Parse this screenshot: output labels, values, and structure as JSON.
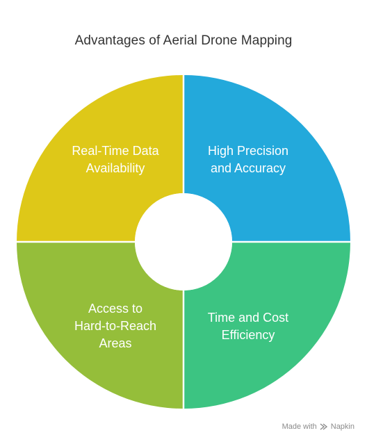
{
  "title": "Advantages of Aerial Drone Mapping",
  "segments": [
    {
      "lines": [
        "Real-Time Data",
        "Availability"
      ],
      "color": "#DEC818"
    },
    {
      "lines": [
        "High Precision",
        "and Accuracy"
      ],
      "color": "#23A9DB"
    },
    {
      "lines": [
        "Access to",
        "Hard-to-Reach",
        "Areas"
      ],
      "color": "#95BE3A"
    },
    {
      "lines": [
        "Time and Cost",
        "Efficiency"
      ],
      "color": "#3CC482"
    }
  ],
  "footer": {
    "prefix": "Made with",
    "brand": "Napkin"
  }
}
